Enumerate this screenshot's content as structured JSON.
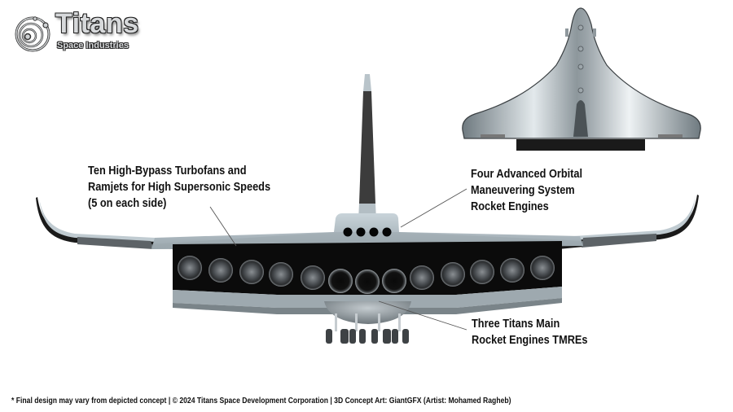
{
  "logo": {
    "title": "Titans",
    "subtitle": "Space Industries",
    "icon": "orbit-spiral-icon"
  },
  "callouts": {
    "turbofans": {
      "lines": [
        "Ten High-Bypass Turbofans and",
        "Ramjets for High Supersonic Speeds",
        "(5 on each side)"
      ]
    },
    "oms": {
      "lines": [
        "Four Advanced Orbital",
        "Maneuvering System",
        "Rocket Engines"
      ]
    },
    "tmre": {
      "lines": [
        "Three Titans Main",
        "Rocket Engines TMREs"
      ]
    }
  },
  "aircraft": {
    "front_view": {
      "turbofan_count": 10,
      "main_rocket_engine_count": 3,
      "oms_nozzle_count": 4,
      "landing_gear_wheels": 8
    },
    "top_view": {
      "shape": "delta-wing spaceplane"
    },
    "colors": {
      "hull": "#b7c3ca",
      "hull_dark": "#6d767c",
      "engine_bay": "#0a0a0a",
      "tail_fin": "#3a3a3a",
      "nozzle": "#555a5e"
    }
  },
  "footer": {
    "text": "* Final design may vary from depicted concept  | © 2024 Titans Space Development Corporation | 3D Concept Art: GiantGFX (Artist: Mohamed Ragheb)"
  }
}
